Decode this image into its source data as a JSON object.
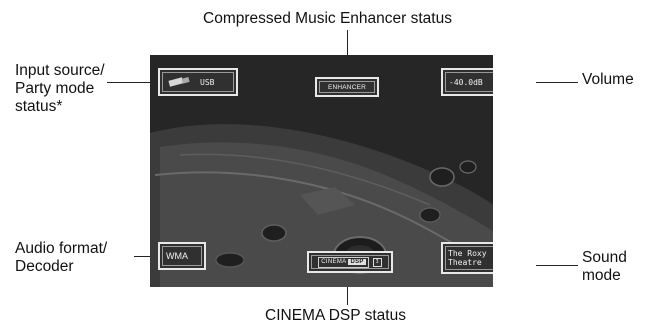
{
  "callouts": {
    "top": "Compressed Music Enhancer status",
    "input_line1": "Input source/",
    "input_line2": "Party mode",
    "input_line3": "status*",
    "volume": "Volume",
    "audio_line1": "Audio format/",
    "audio_line2": "Decoder",
    "sound_line1": "Sound",
    "sound_line2": "mode",
    "bottom": "CINEMA DSP status"
  },
  "screen": {
    "input_source": "USB",
    "enhancer": "ENHANCER",
    "volume": "-40.0dB",
    "audio_format": "WMA",
    "cinema_dsp": "CINEMA",
    "dsp_tag": "DSP",
    "dsp_3d": "3",
    "sound_mode_line1": "The Roxy",
    "sound_mode_line2": "Theatre"
  }
}
